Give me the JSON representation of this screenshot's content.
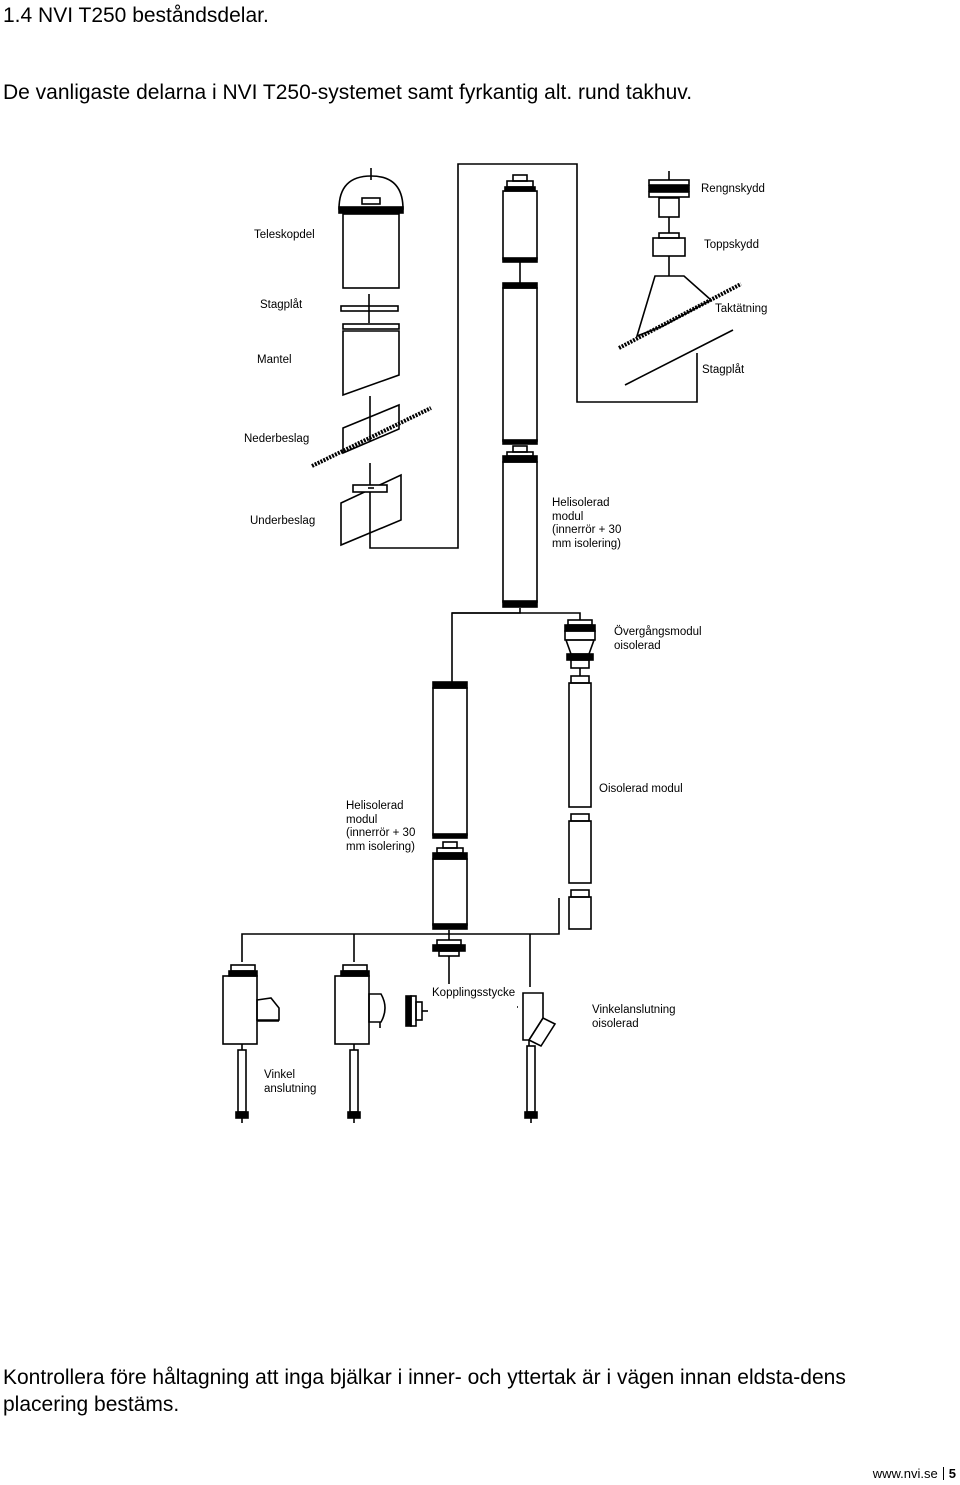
{
  "page": {
    "title": "1.4 NVI T250 beståndsdelar.",
    "intro": "De vanligaste delarna i NVI T250-systemet samt fyrkantig alt. rund takhuv.",
    "note": "Kontrollera före håltagning att inga bjälkar i inner- och yttertak är i vägen innan eldsta-dens placering bestäms.",
    "footer_site": "www.nvi.se",
    "footer_page": "5"
  },
  "labels": {
    "rengnskydd": "Rengnskydd",
    "teleskopdel": "Teleskopdel",
    "toppskydd": "Toppskydd",
    "stagplat_left": "Stagplåt",
    "taktatning": "Taktätning",
    "mantel": "Mantel",
    "stagplat_right": "Stagplåt",
    "nederbeslag": "Nederbeslag",
    "underbeslag": "Underbeslag",
    "helisolerad_top": [
      "Helisolerad",
      "modul",
      "(innerrör + 30",
      "mm isolering)"
    ],
    "overgangsmodul": [
      "Övergångsmodul",
      "oisolerad"
    ],
    "oisolerad_modul": "Oisolerad modul",
    "helisolerad_mid": [
      "Helisolerad",
      "modul",
      "(innerrör + 30",
      "mm isolering)"
    ],
    "kopplingsstycke": "Kopplingsstycke",
    "vinkelanslutning": [
      "Vinkelanslutning",
      "oisolerad"
    ],
    "vinkel": [
      "Vinkel",
      "anslutning"
    ]
  }
}
